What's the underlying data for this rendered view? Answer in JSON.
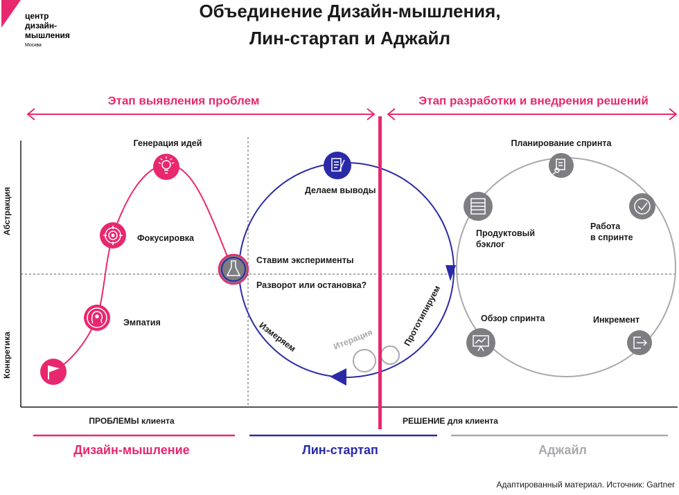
{
  "logo": {
    "line1": "центр",
    "line2": "дизайн-",
    "line3": "мышления",
    "city": "Москва"
  },
  "title": {
    "line1": "Объединение Дизайн-мышления,",
    "line2": "Лин-стартап и Аджайл"
  },
  "stages": {
    "left": "Этап выявления проблем",
    "right": "Этап разработки и внедрения решений"
  },
  "axes": {
    "abstraction": "Абстракция",
    "concreteness": "Конкретика"
  },
  "design_thinking": {
    "empathy": "Эмпатия",
    "focus": "Фокусировка",
    "ideation": "Генерация идей"
  },
  "lean": {
    "conclusions": "Делаем выводы",
    "experiments": "Ставим эксперименты",
    "pivot": "Разворот или остановка?",
    "measure": "Измеряем",
    "iteration": "Итерация",
    "prototype": "Прототипируем"
  },
  "agile": {
    "planning": "Планирование спринта",
    "backlog_1": "Продуктовый",
    "backlog_2": "бэклог",
    "work_1": "Работа",
    "work_2": "в спринте",
    "review": "Обзор спринта",
    "increment": "Инкремент"
  },
  "bottom": {
    "problems": "ПРОБЛЕМЫ клиента",
    "solution": "РЕШЕНИЕ для клиента"
  },
  "methods": {
    "design_thinking": "Дизайн-мышление",
    "lean": "Лин-стартап",
    "agile": "Аджайл"
  },
  "source": "Адаптированный материал. Источник: Gartner",
  "colors": {
    "pink": "#e8286e",
    "navy": "#2a2aa8",
    "grey": "#a9a9ad",
    "dark_grey": "#7d7d82"
  }
}
